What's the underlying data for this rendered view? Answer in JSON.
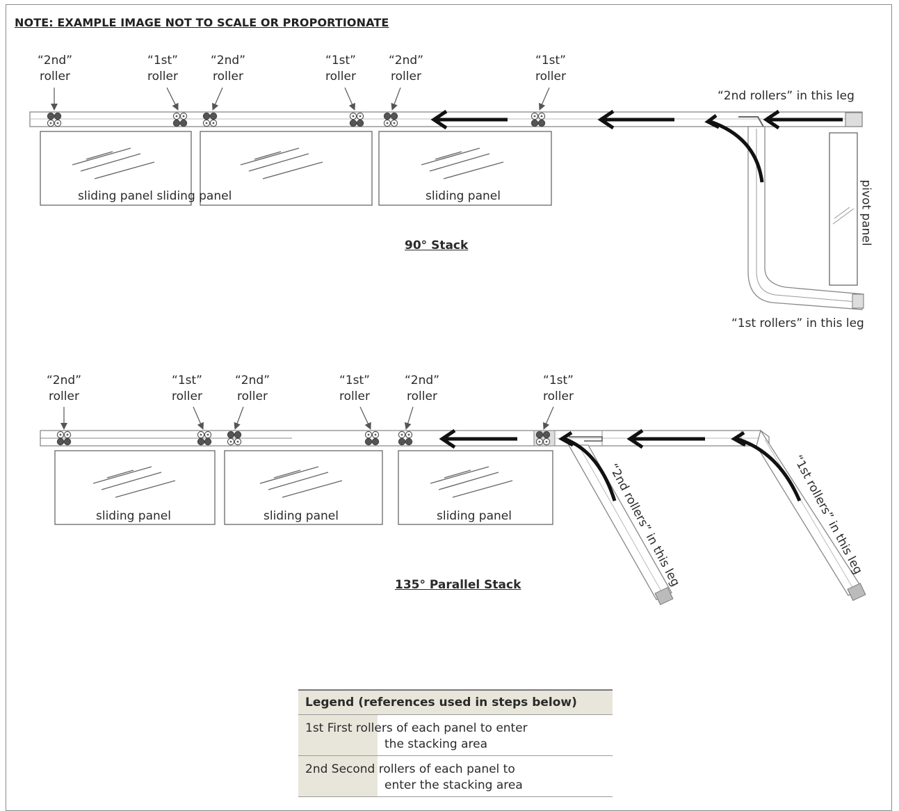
{
  "note": "NOTE:  EXAMPLE IMAGE NOT TO SCALE OR PROPORTIONATE",
  "stack90": {
    "title": "90° Stack",
    "roller_labels": [
      {
        "quote": "“2nd”",
        "word": "roller"
      },
      {
        "quote": "“1st”",
        "word": "roller"
      },
      {
        "quote": "“2nd”",
        "word": "roller"
      },
      {
        "quote": "“1st”",
        "word": "roller"
      },
      {
        "quote": "“2nd”",
        "word": "roller"
      },
      {
        "quote": "“1st”",
        "word": "roller"
      }
    ],
    "panel_labels": [
      "sliding panel sliding panel",
      "sliding panel"
    ],
    "pivot_label": "pivot panel",
    "leg_2nd_label": "“2nd rollers” in this leg",
    "leg_1st_label": "“1st rollers” in this leg"
  },
  "stack135": {
    "title": "135° Parallel Stack",
    "roller_labels": [
      {
        "quote": "“2nd”",
        "word": "roller"
      },
      {
        "quote": "“1st”",
        "word": "roller"
      },
      {
        "quote": "“2nd”",
        "word": "roller"
      },
      {
        "quote": "“1st”",
        "word": "roller"
      },
      {
        "quote": "“2nd”",
        "word": "roller"
      },
      {
        "quote": "“1st”",
        "word": "roller"
      }
    ],
    "panel_labels": [
      "sliding panel",
      "sliding panel",
      "sliding panel"
    ],
    "leg_2nd_label": "“2nd rollers” in this leg",
    "leg_1st_label": "“1st rollers” in this leg"
  },
  "legend": {
    "title": "Legend (references used in steps below)",
    "rows": [
      {
        "line1": "1st First rollers of each panel to enter",
        "line2": "the stacking area"
      },
      {
        "line1": "2nd Second rollers of each panel to",
        "line2": "enter the stacking area"
      }
    ]
  },
  "colors": {
    "arrow": "#111111",
    "track": "#9a9a9a",
    "roller_dark": "#555555",
    "legend_fill": "#e8e6da"
  }
}
